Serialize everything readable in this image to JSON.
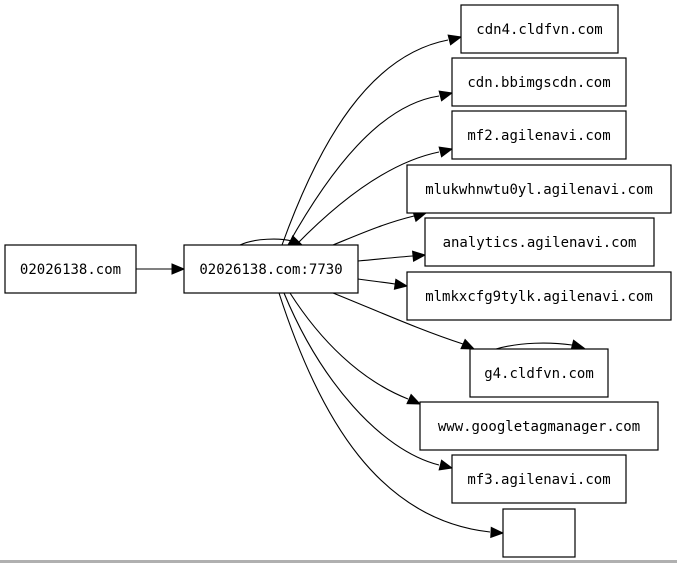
{
  "graph": {
    "nodes": [
      {
        "id": "n0",
        "label": "02026138.com"
      },
      {
        "id": "n1",
        "label": "02026138.com:7730"
      },
      {
        "id": "n2",
        "label": "cdn4.cldfvn.com"
      },
      {
        "id": "n3",
        "label": "cdn.bbimgscdn.com"
      },
      {
        "id": "n4",
        "label": "mf2.agilenavi.com"
      },
      {
        "id": "n5",
        "label": "mlukwhnwtu0yl.agilenavi.com"
      },
      {
        "id": "n6",
        "label": "analytics.agilenavi.com"
      },
      {
        "id": "n7",
        "label": "mlmkxcfg9tylk.agilenavi.com"
      },
      {
        "id": "n8",
        "label": "g4.cldfvn.com"
      },
      {
        "id": "n9",
        "label": "www.googletagmanager.com"
      },
      {
        "id": "n10",
        "label": "mf3.agilenavi.com"
      },
      {
        "id": "n11",
        "label": ""
      }
    ],
    "edges": [
      {
        "from": "n0",
        "to": "n1"
      },
      {
        "from": "n1",
        "to": "n1"
      },
      {
        "from": "n1",
        "to": "n2"
      },
      {
        "from": "n1",
        "to": "n3"
      },
      {
        "from": "n1",
        "to": "n4"
      },
      {
        "from": "n1",
        "to": "n5"
      },
      {
        "from": "n1",
        "to": "n6"
      },
      {
        "from": "n1",
        "to": "n7"
      },
      {
        "from": "n1",
        "to": "n8"
      },
      {
        "from": "n8",
        "to": "n8"
      },
      {
        "from": "n1",
        "to": "n9"
      },
      {
        "from": "n1",
        "to": "n10"
      },
      {
        "from": "n1",
        "to": "n11"
      }
    ]
  },
  "colors": {
    "stroke": "#000000",
    "fill": "#ffffff",
    "text": "#000000"
  }
}
